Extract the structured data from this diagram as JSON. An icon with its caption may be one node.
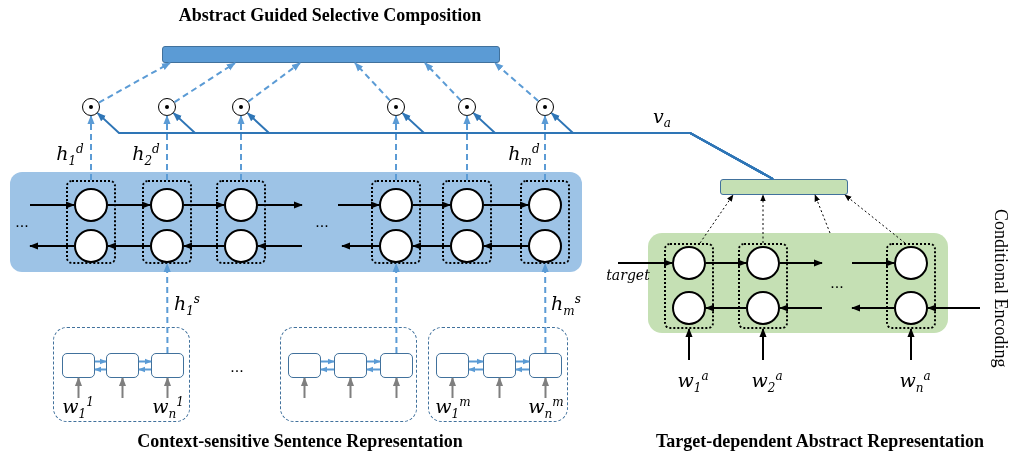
{
  "diagram": {
    "title": "Abstract Guided Selective Composition",
    "nodes": [
      {
        "text": [],
        "shape": "bar"
      },
      {
        "text": [],
        "shape": "circle"
      },
      {
        "text": [],
        "shape": "circle"
      },
      {
        "text": [],
        "shape": "circle"
      },
      {
        "text": [],
        "shape": "circle"
      },
      {
        "text": [],
        "shape": "circle"
      },
      {
        "text": [],
        "shape": "circle"
      },
      {
        "text": [],
        "shape": "box"
      },
      {
        "text": [],
        "shape": "box",
        "in": 7
      },
      {
        "text": [],
        "shape": "box",
        "in": 7
      },
      {
        "text": [],
        "shape": "box",
        "in": 7
      },
      {
        "text": [],
        "shape": "box",
        "in": 7
      },
      {
        "text": [],
        "shape": "box",
        "in": 7
      },
      {
        "text": [],
        "shape": "box",
        "in": 7
      },
      {
        "text": [],
        "shape": "circle",
        "in": 8
      },
      {
        "text": [],
        "shape": "circle",
        "in": 8
      },
      {
        "text": [],
        "shape": "circle",
        "in": 9
      },
      {
        "text": [],
        "shape": "circle",
        "in": 9
      },
      {
        "text": [],
        "shape": "circle",
        "in": 10
      },
      {
        "text": [],
        "shape": "circle",
        "in": 10
      },
      {
        "text": [],
        "shape": "circle",
        "in": 11
      },
      {
        "text": [],
        "shape": "circle",
        "in": 11
      },
      {
        "text": [],
        "shape": "circle",
        "in": 12
      },
      {
        "text": [],
        "shape": "circle",
        "in": 12
      },
      {
        "text": [],
        "shape": "circle",
        "in": 13
      },
      {
        "text": [],
        "shape": "circle",
        "in": 13
      },
      {
        "text": [],
        "shape": "box"
      },
      {
        "text": [],
        "shape": "box"
      },
      {
        "text": [],
        "shape": "box"
      },
      {
        "text": [],
        "shape": "box",
        "in": 26
      },
      {
        "text": [],
        "shape": "box",
        "in": 26
      },
      {
        "text": [],
        "shape": "box",
        "in": 26
      },
      {
        "text": [],
        "shape": "box",
        "in": 27
      },
      {
        "text": [],
        "shape": "box",
        "in": 27
      },
      {
        "text": [],
        "shape": "box",
        "in": 27
      },
      {
        "text": [],
        "shape": "box",
        "in": 28
      },
      {
        "text": [],
        "shape": "box",
        "in": 28
      },
      {
        "text": [],
        "shape": "box",
        "in": 28
      },
      {
        "text": [],
        "shape": "bar"
      },
      {
        "text": [],
        "shape": "box"
      },
      {
        "text": [],
        "shape": "box",
        "in": 39
      },
      {
        "text": [],
        "shape": "box",
        "in": 39
      },
      {
        "text": [],
        "shape": "box",
        "in": 39
      },
      {
        "text": [],
        "shape": "circle",
        "in": 40
      },
      {
        "text": [],
        "shape": "circle",
        "in": 40
      },
      {
        "text": [],
        "shape": "circle",
        "in": 41
      },
      {
        "text": [],
        "shape": "circle",
        "in": 41
      },
      {
        "text": [],
        "shape": "circle",
        "in": 42
      },
      {
        "text": [],
        "shape": "circle",
        "in": 42
      }
    ],
    "edges": [
      {
        "from": 1,
        "to": 0,
        "arrow": "to",
        "style": "dashed",
        "color": "#5b9bd5"
      },
      {
        "from": 2,
        "to": 0,
        "arrow": "to",
        "style": "dashed",
        "color": "#5b9bd5"
      },
      {
        "from": 3,
        "to": 0,
        "arrow": "to",
        "style": "dashed",
        "color": "#5b9bd5"
      },
      {
        "from": 4,
        "to": 0,
        "arrow": "to",
        "style": "dashed",
        "color": "#5b9bd5"
      },
      {
        "from": 5,
        "to": 0,
        "arrow": "to",
        "style": "dashed",
        "color": "#5b9bd5"
      },
      {
        "from": 6,
        "to": 0,
        "arrow": "to",
        "style": "dashed",
        "color": "#5b9bd5"
      },
      {
        "from": 38,
        "to": 1,
        "arrow": "to",
        "color": "#2e75b6"
      },
      {
        "from": 38,
        "to": 2,
        "arrow": "to",
        "color": "#2e75b6"
      },
      {
        "from": 38,
        "to": 3,
        "arrow": "to",
        "color": "#2e75b6"
      },
      {
        "from": 38,
        "to": 4,
        "arrow": "to",
        "color": "#2e75b6"
      },
      {
        "from": 38,
        "to": 5,
        "arrow": "to",
        "color": "#2e75b6"
      },
      {
        "from": 38,
        "to": 6,
        "arrow": "to",
        "color": "#2e75b6"
      },
      {
        "from": 8,
        "to": 1,
        "arrow": "to",
        "style": "dashed",
        "color": "#5b9bd5",
        "label": "h$_{1}$$^{d}$"
      },
      {
        "from": 9,
        "to": 2,
        "arrow": "to",
        "style": "dashed",
        "color": "#5b9bd5",
        "label": "h$_{2}$$^{d}$"
      },
      {
        "from": 10,
        "to": 3,
        "arrow": "to",
        "style": "dashed",
        "color": "#5b9bd5"
      },
      {
        "from": 11,
        "to": 4,
        "arrow": "to",
        "style": "dashed",
        "color": "#5b9bd5"
      },
      {
        "from": 12,
        "to": 5,
        "arrow": "to",
        "style": "dashed",
        "color": "#5b9bd5"
      },
      {
        "from": 13,
        "to": 6,
        "arrow": "to",
        "style": "dashed",
        "color": "#5b9bd5",
        "label": "h$_{m}$$^{d}$"
      },
      {
        "from": null,
        "to": 14,
        "arrow": "to"
      },
      {
        "from": 14,
        "to": 16,
        "arrow": "to"
      },
      {
        "from": 16,
        "to": 18,
        "arrow": "to"
      },
      {
        "from": 18,
        "to": null,
        "arrow": "to"
      },
      {
        "from": null,
        "to": 20,
        "arrow": "to"
      },
      {
        "from": 20,
        "to": 22,
        "arrow": "to"
      },
      {
        "from": 22,
        "to": 24,
        "arrow": "to"
      },
      {
        "from": 25,
        "to": 23,
        "arrow": "to"
      },
      {
        "from": 23,
        "to": 21,
        "arrow": "to"
      },
      {
        "from": 21,
        "to": null,
        "arrow": "to"
      },
      {
        "from": null,
        "to": 19,
        "arrow": "to"
      },
      {
        "from": 19,
        "to": 17,
        "arrow": "to"
      },
      {
        "from": 17,
        "to": 15,
        "arrow": "to"
      },
      {
        "from": 15,
        "to": null,
        "arrow": "to"
      },
      {
        "from": 29,
        "to": 30,
        "arrow": "to",
        "color": "#5b9bd5"
      },
      {
        "from": 30,
        "to": 29,
        "arrow": "to",
        "color": "#5b9bd5"
      },
      {
        "from": 30,
        "to": 31,
        "arrow": "to",
        "color": "#5b9bd5"
      },
      {
        "from": 31,
        "to": 30,
        "arrow": "to",
        "color": "#5b9bd5"
      },
      {
        "from": 32,
        "to": 33,
        "arrow": "to",
        "color": "#5b9bd5"
      },
      {
        "from": 33,
        "to": 32,
        "arrow": "to",
        "color": "#5b9bd5"
      },
      {
        "from": 33,
        "to": 34,
        "arrow": "to",
        "color": "#5b9bd5"
      },
      {
        "from": 34,
        "to": 33,
        "arrow": "to",
        "color": "#5b9bd5"
      },
      {
        "from": 35,
        "to": 36,
        "arrow": "to",
        "color": "#5b9bd5"
      },
      {
        "from": 36,
        "to": 35,
        "arrow": "to",
        "color": "#5b9bd5"
      },
      {
        "from": 36,
        "to": 37,
        "arrow": "to",
        "color": "#5b9bd5"
      },
      {
        "from": 37,
        "to": 36,
        "arrow": "to",
        "color": "#5b9bd5"
      },
      {
        "from": null,
        "to": 29,
        "arrow": "to",
        "color": "#7f7f7f",
        "label": "w$_{1}$$^{1}$"
      },
      {
        "from": null,
        "to": 30,
        "arrow": "to",
        "color": "#7f7f7f"
      },
      {
        "from": null,
        "to": 31,
        "arrow": "to",
        "color": "#7f7f7f",
        "label": "w$_{n}$$^{1}$"
      },
      {
        "from": null,
        "to": 32,
        "arrow": "to",
        "color": "#7f7f7f"
      },
      {
        "from": null,
        "to": 33,
        "arrow": "to",
        "color": "#7f7f7f"
      },
      {
        "from": null,
        "to": 34,
        "arrow": "to",
        "color": "#7f7f7f"
      },
      {
        "from": null,
        "to": 35,
        "arrow": "to",
        "color": "#7f7f7f",
        "label": "w$_{1}$$^{m}$"
      },
      {
        "from": null,
        "to": 36,
        "arrow": "to",
        "color": "#7f7f7f"
      },
      {
        "from": null,
        "to": 37,
        "arrow": "to",
        "color": "#7f7f7f",
        "label": "w$_{n}$$^{m}$"
      },
      {
        "from": 31,
        "to": 9,
        "arrow": "to",
        "style": "dashed",
        "color": "#5b9bd5",
        "label": "h$_{1}$$^{s}$"
      },
      {
        "from": 34,
        "to": 11,
        "arrow": "to",
        "style": "dashed",
        "color": "#5b9bd5"
      },
      {
        "from": 37,
        "to": 13,
        "arrow": "to",
        "style": "dashed",
        "color": "#5b9bd5",
        "label": "h$_{m}$$^{s}$"
      },
      {
        "from": null,
        "to": 43,
        "arrow": "to",
        "label": "target"
      },
      {
        "from": 43,
        "to": 45,
        "arrow": "to"
      },
      {
        "from": 45,
        "to": null,
        "arrow": "to"
      },
      {
        "from": null,
        "to": 47,
        "arrow": "to"
      },
      {
        "from": null,
        "to": 48,
        "arrow": "to"
      },
      {
        "from": 48,
        "to": null,
        "arrow": "to"
      },
      {
        "from": null,
        "to": 46,
        "arrow": "to"
      },
      {
        "from": 46,
        "to": 44,
        "arrow": "to"
      },
      {
        "from": 40,
        "to": 38,
        "arrow": "to",
        "style": "dashed"
      },
      {
        "from": 41,
        "to": 38,
        "arrow": "to",
        "style": "dashed"
      },
      {
        "from": 39,
        "to": 38,
        "arrow": "to",
        "style": "dashed"
      },
      {
        "from": 42,
        "to": 38,
        "arrow": "to",
        "style": "dashed"
      },
      {
        "from": null,
        "to": 40,
        "arrow": "to",
        "label": "w$_{1}$$^{a}$"
      },
      {
        "from": null,
        "to": 41,
        "arrow": "to",
        "label": "w$_{2}$$^{a}$"
      },
      {
        "from": null,
        "to": 42,
        "arrow": "to",
        "label": "w$_{n}$$^{a}$"
      }
    ],
    "labels": [
      "...",
      "...",
      "v$_{a}$",
      "...",
      "...",
      "Conditional Encoding",
      "Context-sensitive Sentence Representation",
      "Target-dependent Abstract Representation"
    ]
  }
}
